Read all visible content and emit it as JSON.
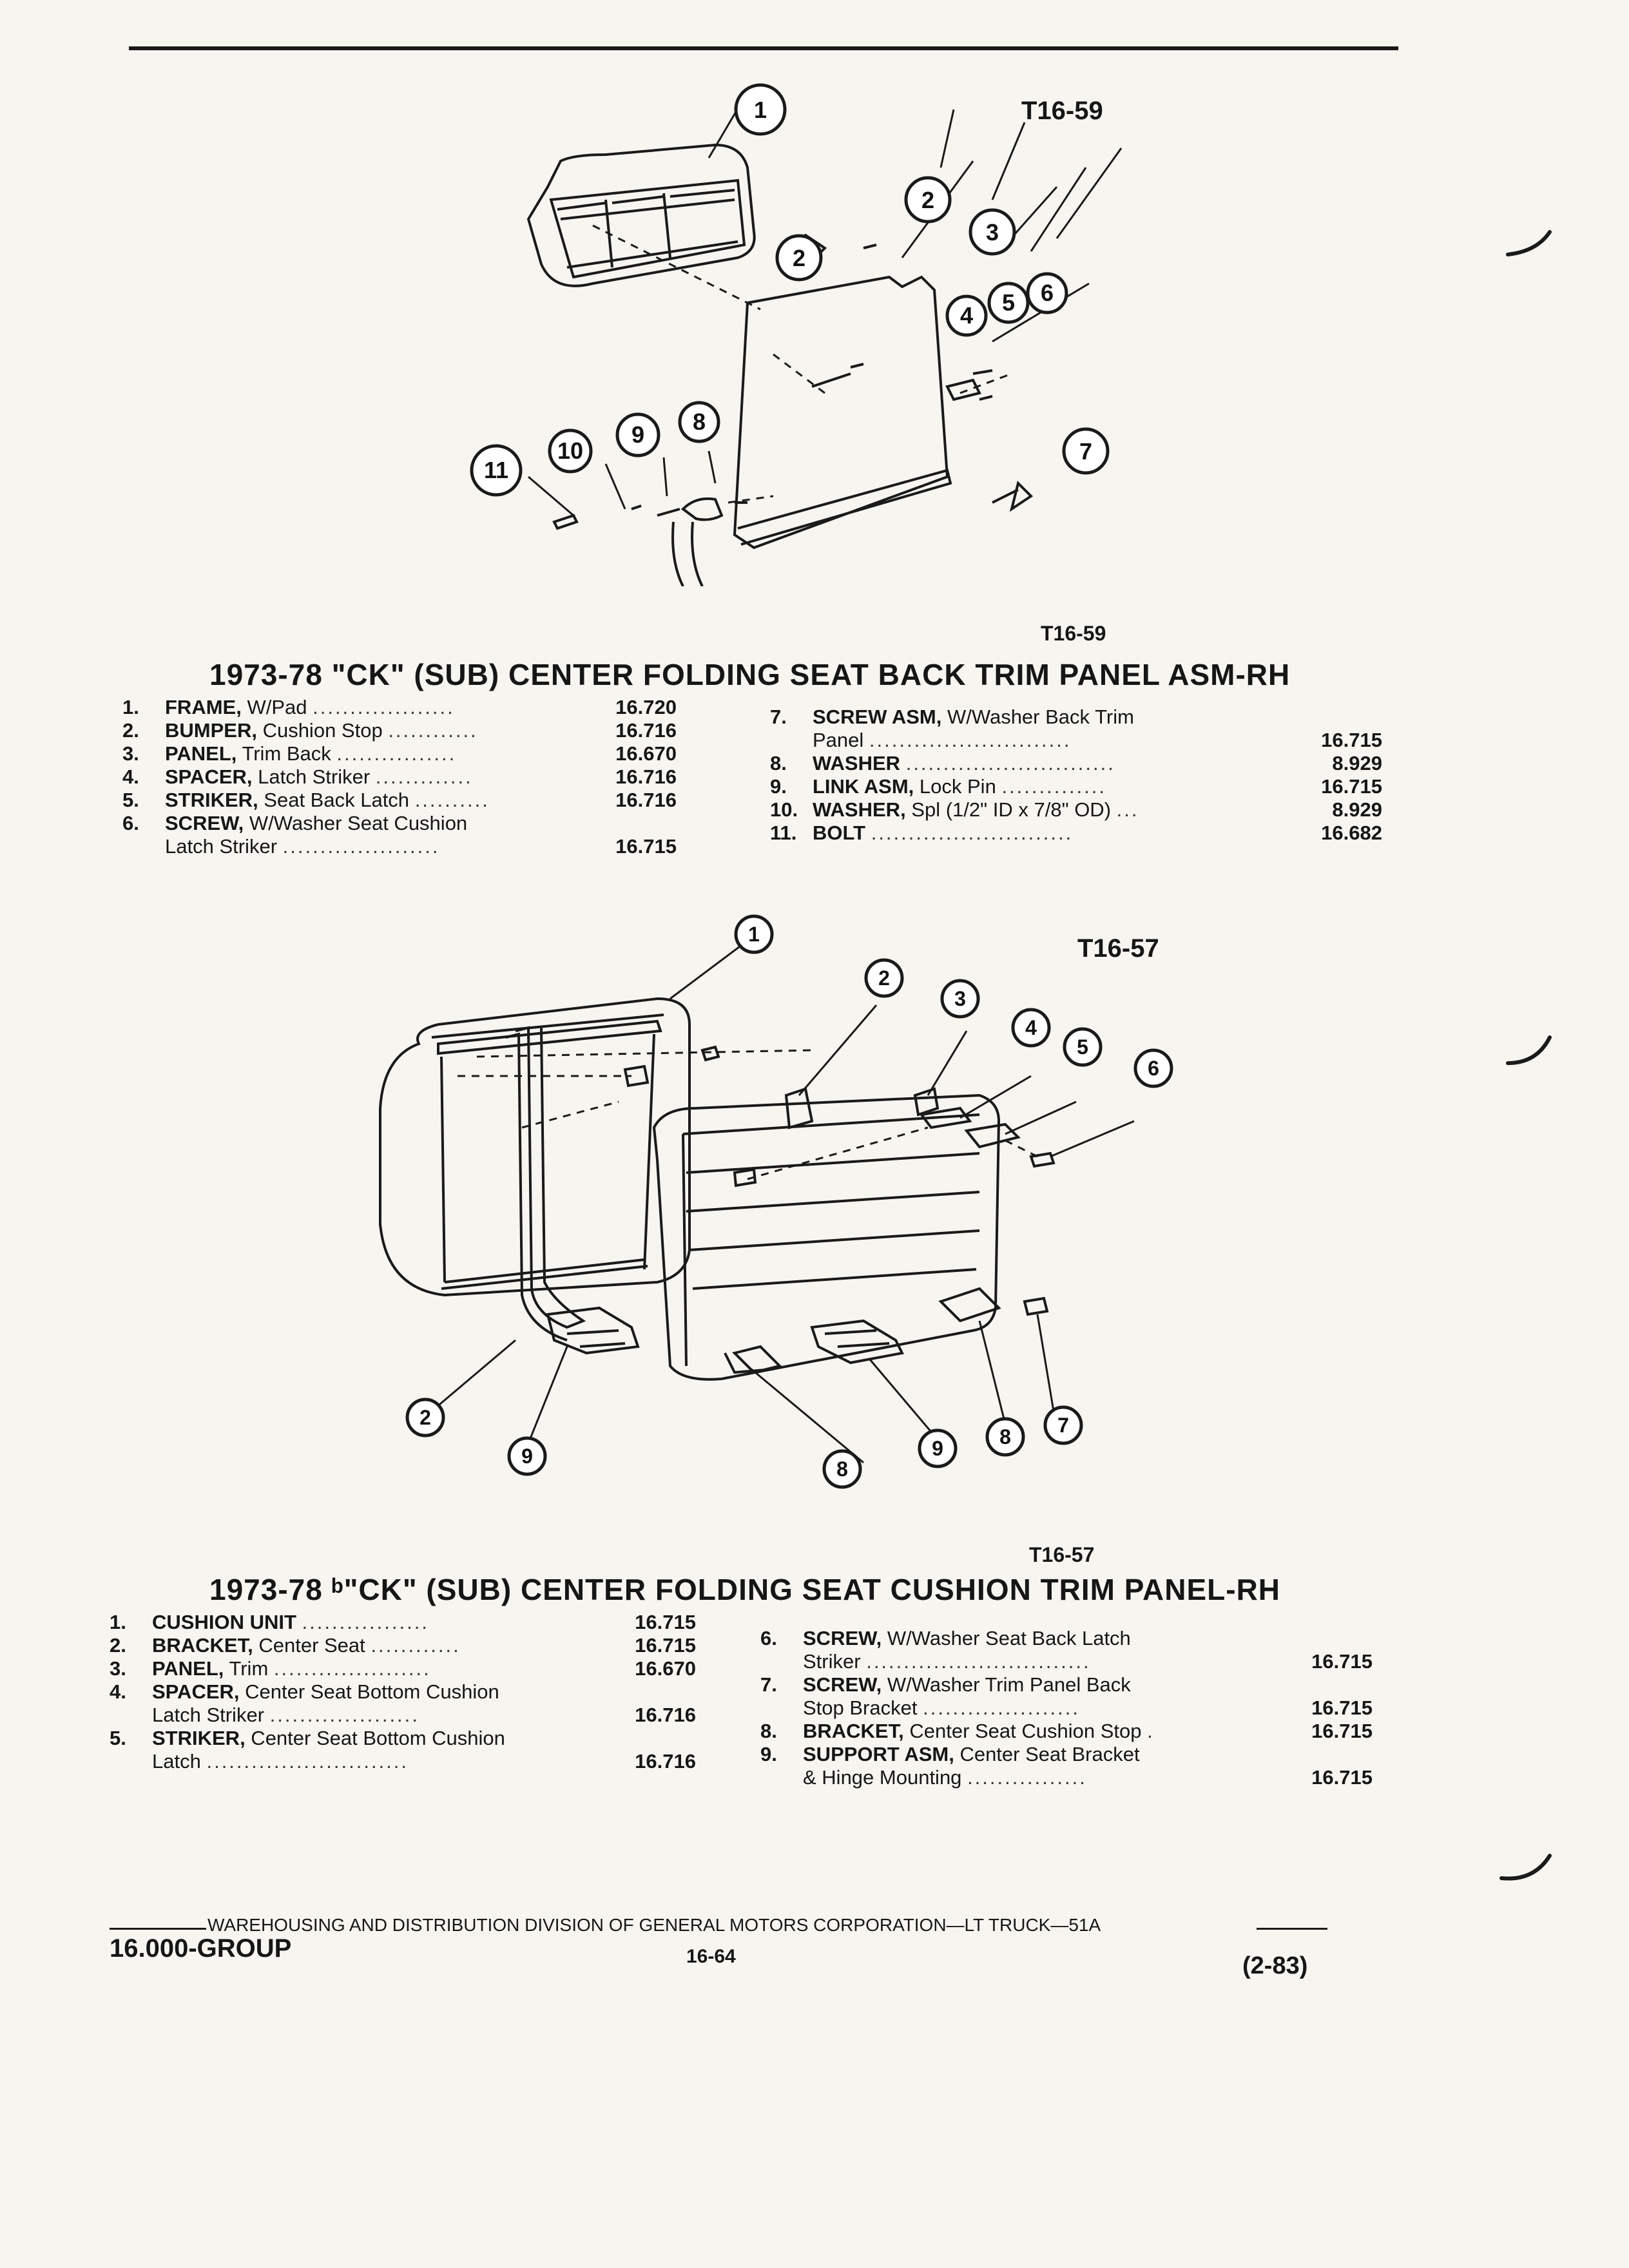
{
  "figure_top": {
    "label_top": "T16-59",
    "label_bottom": "T16-59",
    "callouts": [
      "1",
      "2",
      "2",
      "3",
      "4",
      "5",
      "6",
      "7",
      "8",
      "9",
      "10",
      "11"
    ]
  },
  "section_top": {
    "title": "1973-78 \"CK\" (SUB) CENTER FOLDING SEAT BACK TRIM PANEL ASM-RH",
    "left": [
      {
        "num": "1.",
        "name": "FRAME,",
        "desc": " W/Pad",
        "code": "16.720"
      },
      {
        "num": "2.",
        "name": "BUMPER,",
        "desc": " Cushion Stop",
        "code": "16.716"
      },
      {
        "num": "3.",
        "name": "PANEL,",
        "desc": " Trim Back",
        "code": "16.670"
      },
      {
        "num": "4.",
        "name": "SPACER,",
        "desc": " Latch Striker",
        "code": "16.716"
      },
      {
        "num": "5.",
        "name": "STRIKER,",
        "desc": " Seat Back Latch",
        "code": "16.716"
      },
      {
        "num": "6.",
        "name": "SCREW,",
        "desc": " W/Washer Seat Cushion",
        "cont": "Latch Striker",
        "code": "16.715"
      }
    ],
    "right": [
      {
        "num": "7.",
        "name": "SCREW ASM,",
        "desc": " W/Washer Back Trim",
        "cont": "Panel",
        "code": "16.715"
      },
      {
        "num": "8.",
        "name": "WASHER",
        "desc": "",
        "code": "8.929"
      },
      {
        "num": "9.",
        "name": "LINK ASM,",
        "desc": " Lock Pin",
        "code": "16.715"
      },
      {
        "num": "10.",
        "name": "WASHER,",
        "desc": " Spl (1/2\" ID x 7/8\" OD)",
        "code": "8.929"
      },
      {
        "num": "11.",
        "name": "BOLT",
        "desc": "",
        "code": "16.682"
      }
    ]
  },
  "figure_bottom": {
    "label_top": "T16-57",
    "label_bottom": "T16-57",
    "callouts": [
      "1",
      "2",
      "3",
      "4",
      "5",
      "6",
      "2",
      "9",
      "8",
      "9",
      "8",
      "7"
    ]
  },
  "section_bottom": {
    "title": "1973-78 ᵇ\"CK\" (SUB) CENTER FOLDING SEAT CUSHION TRIM PANEL-RH",
    "left": [
      {
        "num": "1.",
        "name": "CUSHION UNIT",
        "desc": "",
        "code": "16.715"
      },
      {
        "num": "2.",
        "name": "BRACKET,",
        "desc": " Center Seat",
        "code": "16.715"
      },
      {
        "num": "3.",
        "name": "PANEL,",
        "desc": " Trim",
        "code": "16.670"
      },
      {
        "num": "4.",
        "name": "SPACER,",
        "desc": " Center Seat Bottom Cushion",
        "cont": "Latch Striker",
        "code": "16.716"
      },
      {
        "num": "5.",
        "name": "STRIKER,",
        "desc": " Center Seat Bottom Cushion",
        "cont": "Latch",
        "code": "16.716"
      }
    ],
    "right": [
      {
        "num": "6.",
        "name": "SCREW,",
        "desc": " W/Washer Seat Back Latch",
        "cont": "Striker",
        "code": "16.715"
      },
      {
        "num": "7.",
        "name": "SCREW,",
        "desc": " W/Washer Trim Panel Back",
        "cont": "Stop Bracket",
        "code": "16.715"
      },
      {
        "num": "8.",
        "name": "BRACKET,",
        "desc": " Center Seat Cushion Stop",
        "code": "16.715"
      },
      {
        "num": "9.",
        "name": "SUPPORT ASM,",
        "desc": " Center Seat Bracket",
        "cont": "& Hinge Mounting",
        "code": "16.715"
      }
    ]
  },
  "footer": {
    "division": "WAREHOUSING AND DISTRIBUTION  DIVISION OF GENERAL MOTORS CORPORATION—LT TRUCK—51A",
    "group": "16.000-GROUP",
    "page": "16-64",
    "date": "(2-83)"
  }
}
